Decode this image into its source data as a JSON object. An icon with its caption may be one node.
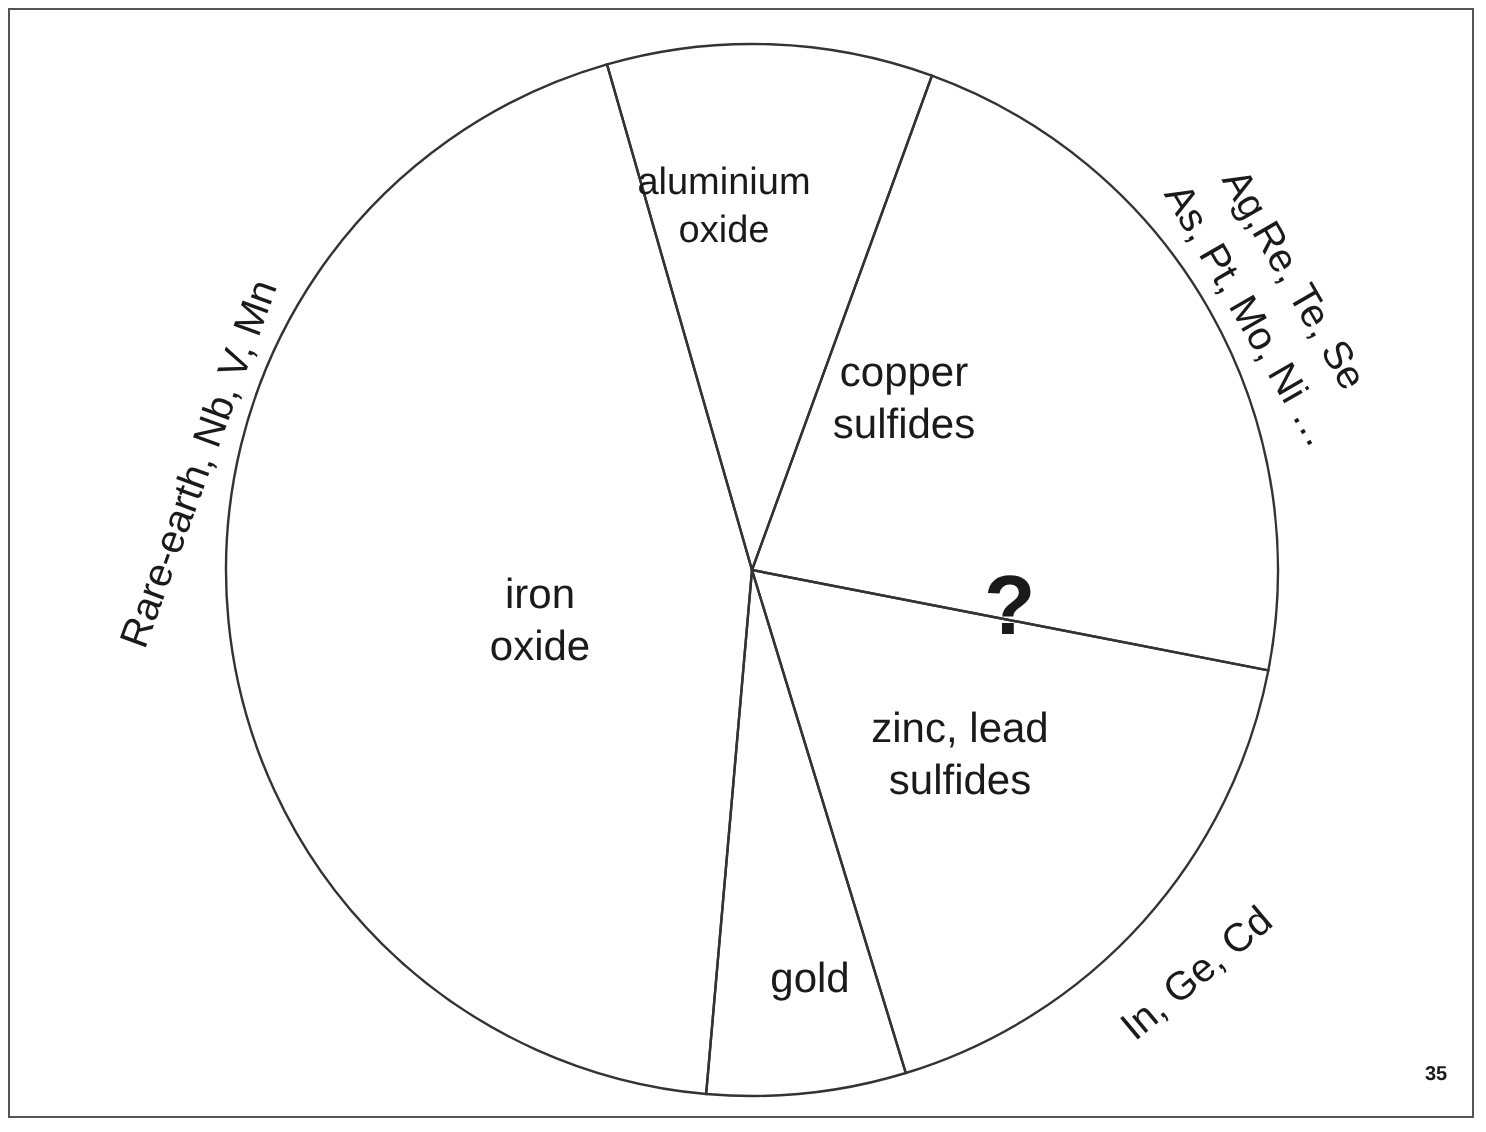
{
  "diagram": {
    "nodes": [
      {
        "text": [
          "aluminium oxide"
        ]
      },
      {
        "text": [
          "copper sulfides"
        ],
        "beside": [
          "Ag,Re, Te, Se",
          "As, Pt, Mo, Ni …"
        ]
      },
      {
        "text": [
          "zinc, lead sulfides"
        ],
        "beside": [
          "In, Ge, Cd"
        ]
      },
      {
        "text": [
          "gold"
        ]
      },
      {
        "text": [
          "iron oxide"
        ],
        "beside": [
          "Rare-earth, Nb, V, Mn"
        ]
      }
    ],
    "labels": [
      "?",
      "35"
    ]
  }
}
